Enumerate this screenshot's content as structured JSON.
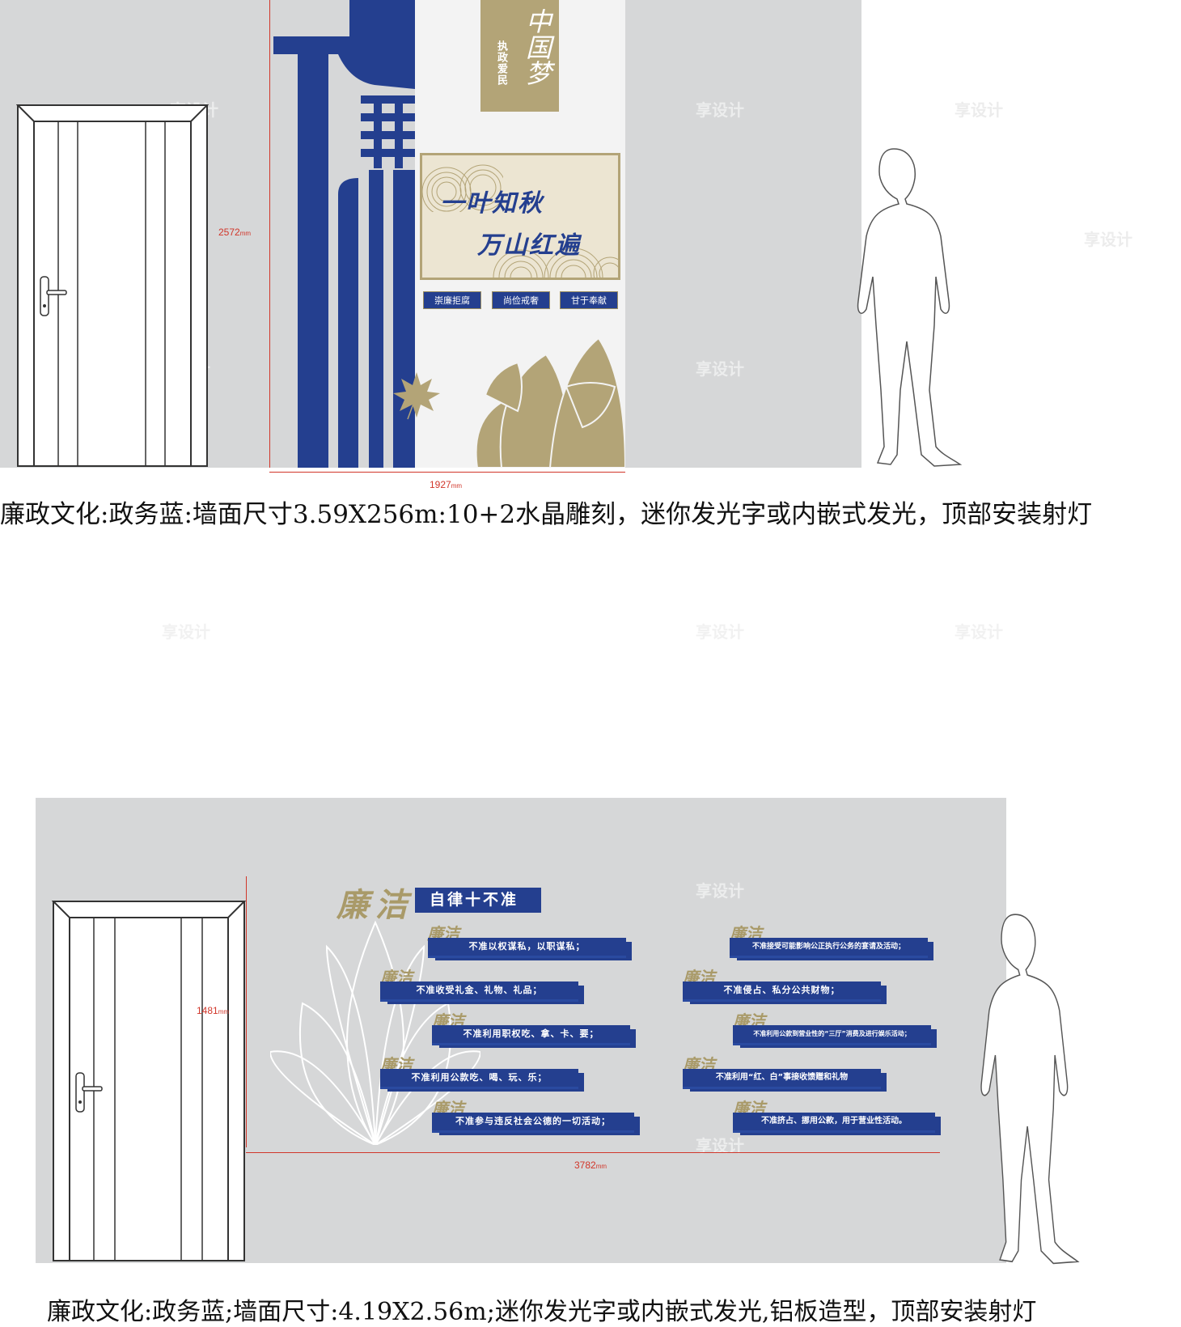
{
  "top_section": {
    "badge": {
      "title": "中国梦",
      "subtitle": "执政爱民"
    },
    "calligraphy": {
      "line1": "一叶知秋",
      "line2": "万山红遍"
    },
    "tags": [
      "崇廉拒腐",
      "尚俭戒奢",
      "甘于奉献"
    ],
    "height_dim": {
      "value": "2572",
      "unit": "mm"
    },
    "width_dim": {
      "value": "1927",
      "unit": "mm"
    },
    "caption": "廉政文化:政务蓝:墙面尺寸3.59X256m:10+2水晶雕刻，迷你发光字或内嵌式发光，顶部安装射灯"
  },
  "bottom_section": {
    "heading": {
      "title": "廉洁",
      "subtitle": "自律十不准"
    },
    "rule_label": "廉洁",
    "rules_left": [
      "不准以权谋私，以职谋私；",
      "不准收受礼金、礼物、礼品；",
      "不准利用职权吃、拿、卡、要；",
      "不准利用公款吃、喝、玩、乐；",
      "不准参与违反社会公德的一切活动；"
    ],
    "rules_right": [
      "不准接受可能影响公正执行公务的宴请及活动；",
      "不准侵占、私分公共财物；",
      "不准利用公款到营业性的“三厅”消费及进行娱乐活动；",
      "不准利用“红、白”事接收馈赠和礼物",
      "不准挤占、挪用公款，用于营业性活动。"
    ],
    "height_dim": {
      "value": "1481",
      "unit": "mm"
    },
    "width_dim": {
      "value": "3782",
      "unit": "mm"
    },
    "caption": "廉政文化:政务蓝;墙面尺寸:4.19X2.56m;迷你发光字或内嵌式发光,铝板造型，顶部安装射灯"
  },
  "watermark": "享设计"
}
